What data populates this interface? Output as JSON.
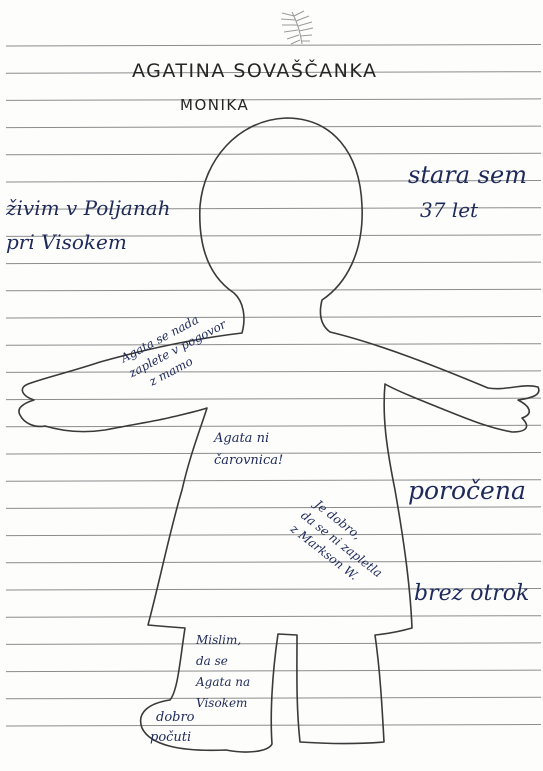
{
  "title": "AGATINA SOVAŠČANKA",
  "subtitle": "MONIKA",
  "left_notes": {
    "line1": "živim v Poljanah",
    "line2": "pri Visokem"
  },
  "right_notes": {
    "age_line1": "stara sem",
    "age_line2": "37 let",
    "married": "poročena",
    "children": "brez otrok"
  },
  "body_notes": {
    "arm_note": [
      "Agata se nada",
      "zaplete v pogovor",
      "z mamo"
    ],
    "witch_note": [
      "Agata ni",
      "čarovnica!"
    ],
    "good_note": [
      "Je dobro,",
      "da se ni zapletla",
      "z Markson W."
    ],
    "leg_note": [
      "Mislim,",
      "da se",
      "Agata na",
      "Visokem"
    ],
    "foot_note": [
      "dobro",
      "počuti"
    ]
  },
  "colors": {
    "ink_blue": "#1e2a5a",
    "pencil": "#262626",
    "ruled_line": "#8c8c8c",
    "paper": "#fdfdfc"
  },
  "icons": [
    "fern-leaf-icon"
  ]
}
